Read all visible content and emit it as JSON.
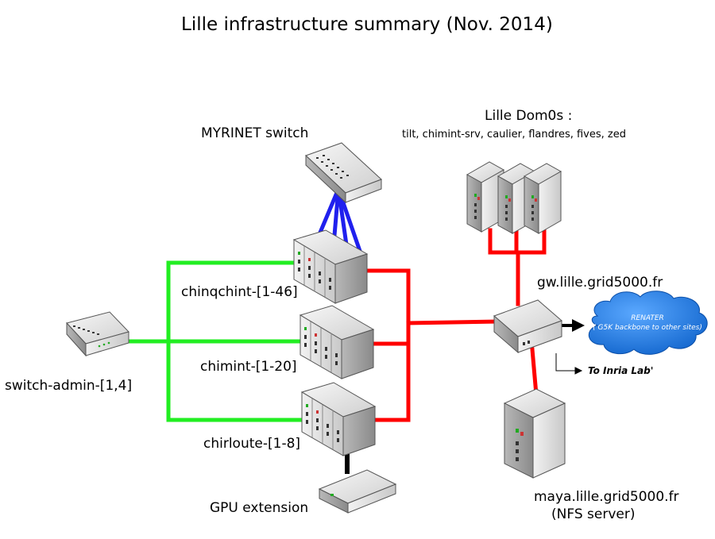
{
  "title": "Lille infrastructure summary (Nov. 2014)",
  "labels": {
    "myrinet": "MYRINET switch",
    "dom0s_title": "Lille Dom0s :",
    "dom0s_list": "tilt, chimint-srv, caulier, flandres, fives, zed",
    "gateway": "gw.lille.grid5000.fr",
    "chinqchint": "chinqchint-[1-46]",
    "chimint": "chimint-[1-20]",
    "chirloute": "chirloute-[1-8]",
    "switch_admin": "switch-admin-[1,4]",
    "gpu": "GPU extension",
    "maya": "maya.lille.grid5000.fr",
    "maya_role": "(NFS server)",
    "inria": "To Inria Lab'",
    "renater": "RENATER",
    "renater_sub": "( G5K backbone to other sites)"
  },
  "icons": {
    "switch_admin": "network-switch-icon",
    "myrinet": "myrinet-switch-icon",
    "cluster": "blade-server-icon",
    "tower": "tower-server-icon",
    "router": "router-icon",
    "gpu": "gpu-box-icon",
    "cloud": "cloud-icon"
  },
  "colors": {
    "admin_link": "#22ee22",
    "myrinet_link": "#2020ee",
    "production_link": "#ff0000",
    "gpu_link": "#000000",
    "cloud": "#1a80e8",
    "device_body": "#e6e6e6"
  }
}
